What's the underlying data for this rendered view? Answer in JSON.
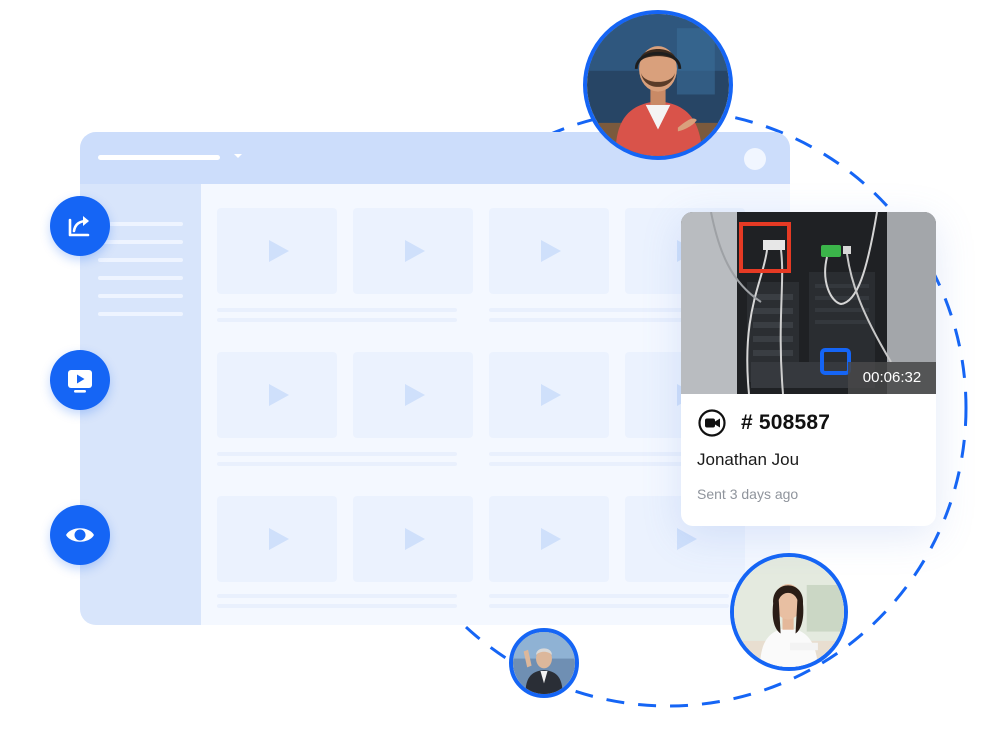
{
  "actions": {
    "share_icon": "share-icon",
    "video_icon": "video-player-icon",
    "view_icon": "eye-icon"
  },
  "video_card": {
    "duration": "00:06:32",
    "id_label": "# 508587",
    "name": "Jonathan Jou",
    "sent": "Sent 3 days ago",
    "record_icon": "video-record-icon"
  },
  "colors": {
    "accent": "#1565f5",
    "window_titlebar": "#ccddfb",
    "window_sidebar": "#d8e5fb",
    "window_content": "#f4f8ff",
    "annotation_red": "#e63a24",
    "annotation_blue": "#1565f5"
  }
}
